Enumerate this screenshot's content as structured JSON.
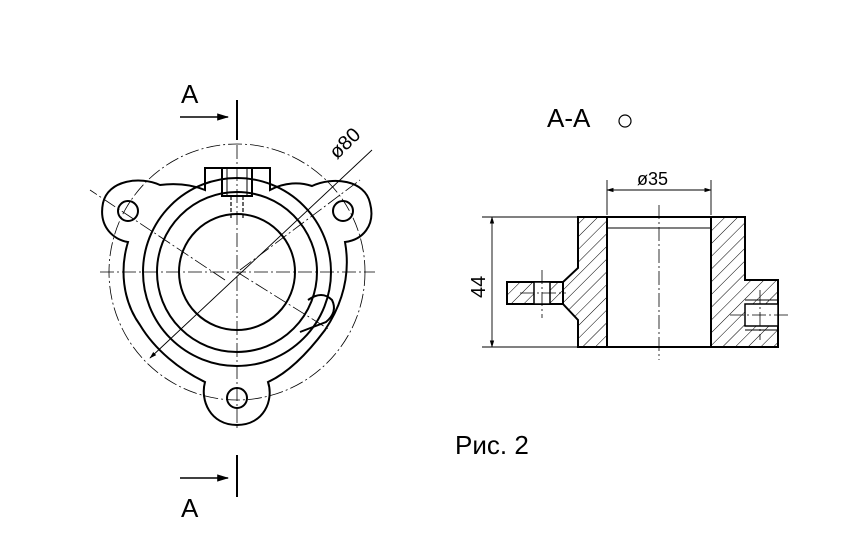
{
  "drawing": {
    "section_mark_top": "А",
    "section_mark_bottom": "А",
    "section_title": "А-А",
    "dim_outer_diameter": "ø80",
    "dim_bore_diameter": "ø35",
    "dim_height": "44",
    "caption": "Рис. 2"
  }
}
